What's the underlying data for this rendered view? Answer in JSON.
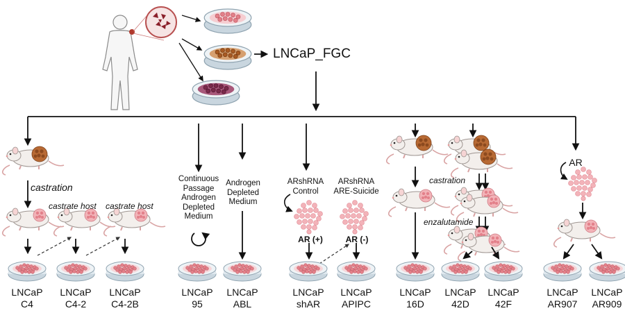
{
  "source": {
    "line_name": "LNCaP_FGC"
  },
  "colors": {
    "cell_pink": "#e9848c",
    "cell_brown": "#b0642a",
    "cell_purple": "#7a2a4a",
    "tumor": "#a8622f",
    "line": "#111111"
  },
  "branches": [
    {
      "id": "c4-series",
      "condition": "castration",
      "host_label_1": "castrate host",
      "host_label_2": "castrate host",
      "lines": [
        {
          "name_top": "LNCaP",
          "name_bottom": "C4"
        },
        {
          "name_top": "LNCaP",
          "name_bottom": "C4-2"
        },
        {
          "name_top": "LNCaP",
          "name_bottom": "C4-2B"
        }
      ]
    },
    {
      "id": "lncap95",
      "condition_lines": [
        "Continuous",
        "Passage",
        "Androgen",
        "Depleted",
        "Medium"
      ],
      "lines": [
        {
          "name_top": "LNCaP",
          "name_bottom": "95"
        }
      ]
    },
    {
      "id": "abl",
      "condition_lines": [
        "Androgen",
        "Depleted",
        "Medium"
      ],
      "lines": [
        {
          "name_top": "LNCaP",
          "name_bottom": "ABL"
        }
      ]
    },
    {
      "id": "shar-apipc",
      "control_lines": [
        "ARshRNA",
        "Control"
      ],
      "suicide_lines": [
        "ARshRNA",
        "ARE-Suicide"
      ],
      "ar_plus": "AR (+)",
      "ar_minus": "AR (-)",
      "lines": [
        {
          "name_top": "LNCaP",
          "name_bottom": "shAR"
        },
        {
          "name_top": "LNCaP",
          "name_bottom": "APIPC"
        }
      ]
    },
    {
      "id": "enzalutamide-series",
      "condition": "castration",
      "treatment": "enzalutamide",
      "lines": [
        {
          "name_top": "LNCaP",
          "name_bottom": "16D"
        },
        {
          "name_top": "LNCaP",
          "name_bottom": "42D"
        },
        {
          "name_top": "LNCaP",
          "name_bottom": "42F"
        }
      ]
    },
    {
      "id": "ar-overexpression",
      "label": "AR",
      "lines": [
        {
          "name_top": "LNCaP",
          "name_bottom": "AR907"
        },
        {
          "name_top": "LNCaP",
          "name_bottom": "AR909"
        }
      ]
    }
  ]
}
